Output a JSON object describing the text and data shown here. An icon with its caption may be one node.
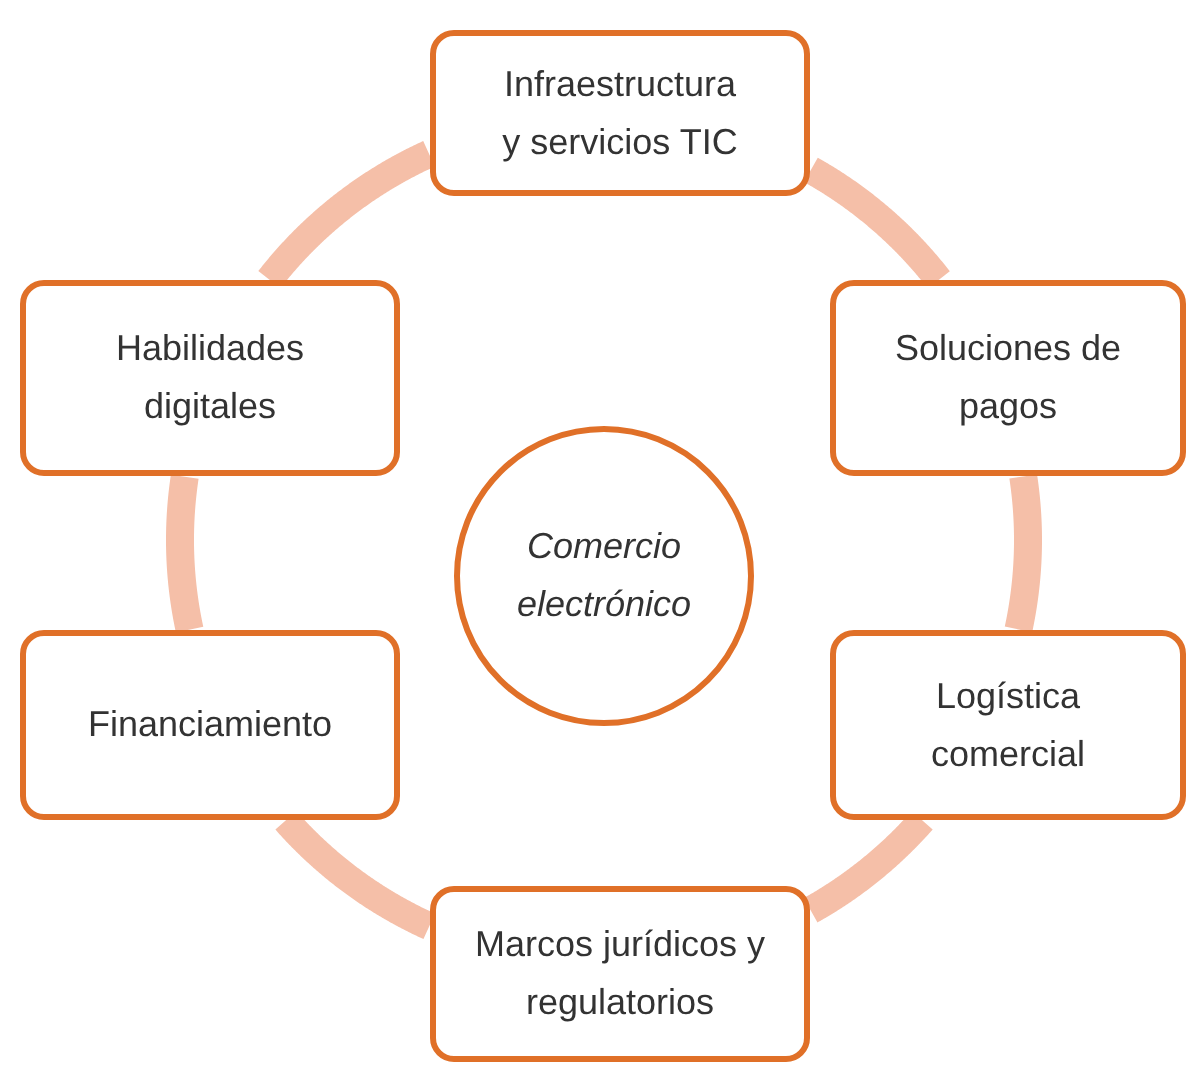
{
  "diagram": {
    "nodes": [
      {
        "text": [
          "Infraestructura y servicios TIC"
        ]
      },
      {
        "text": [
          "Habilidades digitales"
        ]
      },
      {
        "text": [
          "Soluciones de pagos"
        ]
      },
      {
        "text": [
          "Comercio electrónico"
        ]
      },
      {
        "text": [
          "Financiamiento"
        ]
      },
      {
        "text": [
          "Logística comercial"
        ]
      },
      {
        "text": [
          "Marcos jurídicos y regulatorios"
        ]
      }
    ],
    "edges": [
      {
        "from": 0,
        "to": 2,
        "arrow": "none"
      },
      {
        "from": 2,
        "to": 5,
        "arrow": "none"
      },
      {
        "from": 5,
        "to": 6,
        "arrow": "none"
      },
      {
        "from": 6,
        "to": 4,
        "arrow": "none"
      },
      {
        "from": 4,
        "to": 1,
        "arrow": "none"
      },
      {
        "from": 1,
        "to": 0,
        "arrow": "none"
      }
    ]
  }
}
